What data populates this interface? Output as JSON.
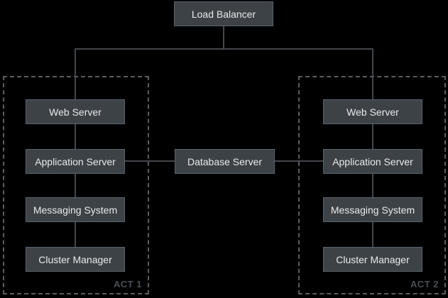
{
  "diagram": {
    "nodes": {
      "load_balancer": {
        "label": "Load Balancer"
      },
      "database_server": {
        "label": "Database Server"
      }
    },
    "groups": [
      {
        "label": "ACT 1",
        "nodes": [
          {
            "label": "Web Server"
          },
          {
            "label": "Application Server"
          },
          {
            "label": "Messaging System"
          },
          {
            "label": "Cluster Manager"
          }
        ]
      },
      {
        "label": "ACT 2",
        "nodes": [
          {
            "label": "Web Server"
          },
          {
            "label": "Application Server"
          },
          {
            "label": "Messaging System"
          },
          {
            "label": "Cluster Manager"
          }
        ]
      }
    ],
    "edges": [
      {
        "from": "load_balancer",
        "to": "act1.web_server"
      },
      {
        "from": "load_balancer",
        "to": "act2.web_server"
      },
      {
        "from": "act1.web_server",
        "to": "act1.application_server"
      },
      {
        "from": "act1.application_server",
        "to": "act1.messaging_system"
      },
      {
        "from": "act1.messaging_system",
        "to": "act1.cluster_manager"
      },
      {
        "from": "act2.web_server",
        "to": "act2.application_server"
      },
      {
        "from": "act2.application_server",
        "to": "act2.messaging_system"
      },
      {
        "from": "act2.messaging_system",
        "to": "act2.cluster_manager"
      },
      {
        "from": "act1.application_server",
        "to": "database_server"
      },
      {
        "from": "database_server",
        "to": "act2.application_server"
      }
    ],
    "colors": {
      "background": "#000000",
      "node_fill": "#3d4247",
      "node_border": "#59636d",
      "node_text": "#e9eaeb",
      "group_border": "#5a5d60",
      "group_label": "#4a5057",
      "connector": "#44474b"
    }
  }
}
